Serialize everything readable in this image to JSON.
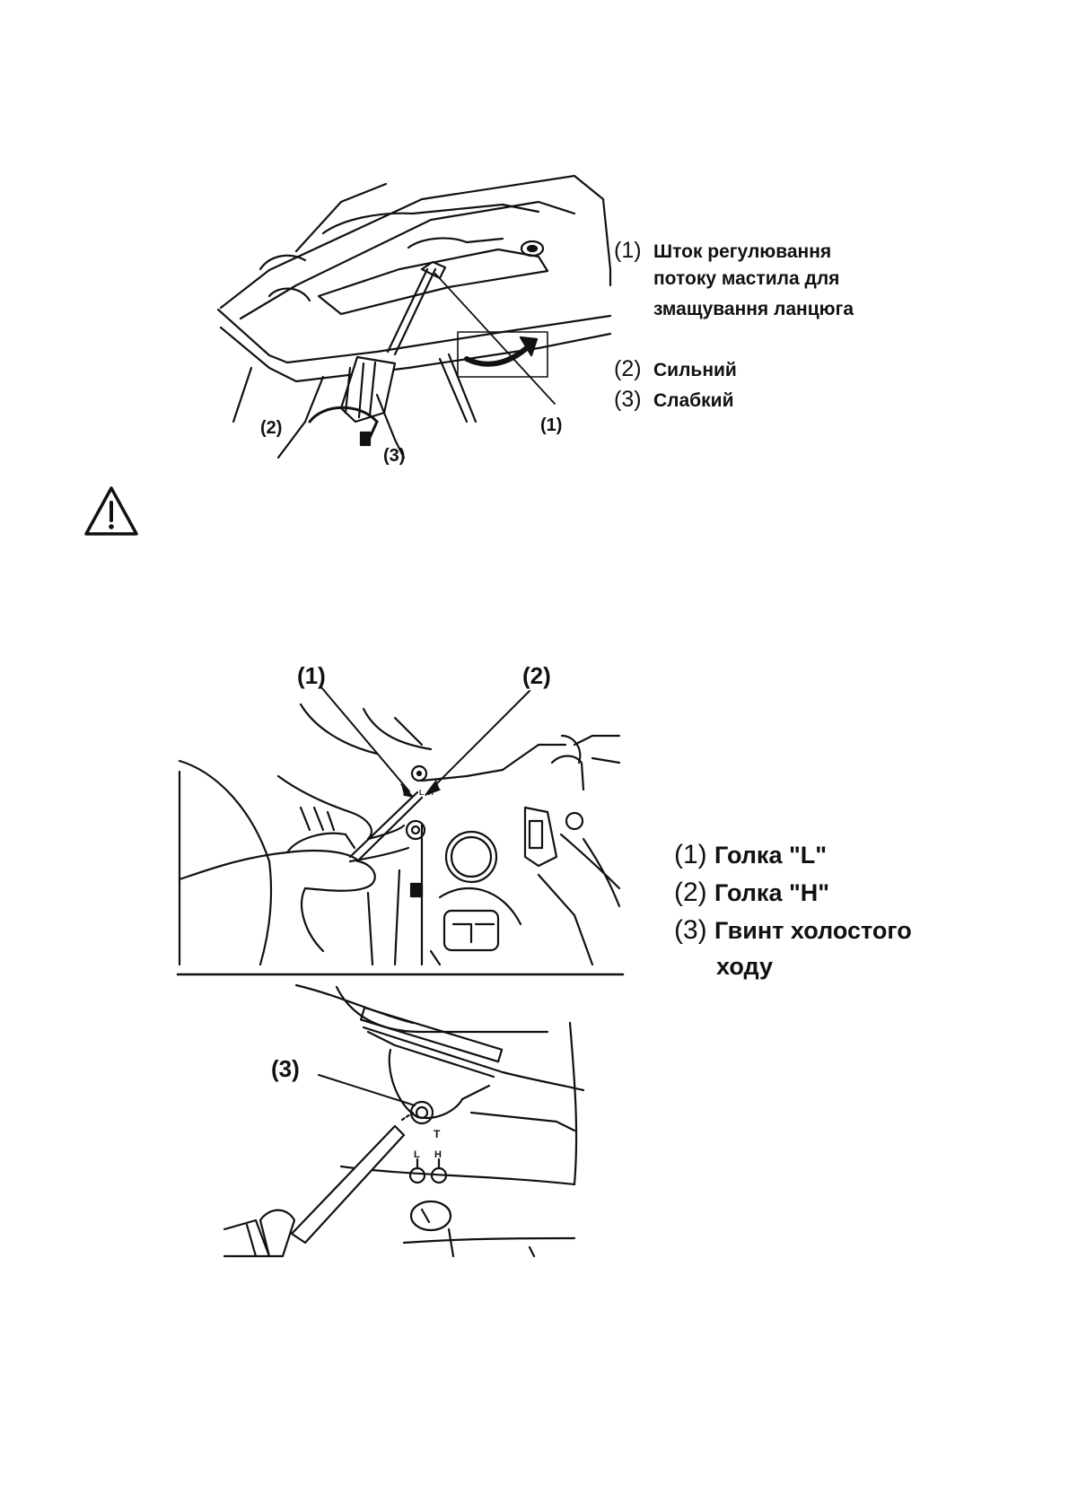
{
  "figure1": {
    "callouts": {
      "c1": "(1)",
      "c2": "(2)",
      "c3": "(3)"
    },
    "legend": [
      {
        "num": "(1)",
        "lines": [
          "Шток регулювання",
          "потоку мастила для",
          "змащування ланцюга"
        ]
      },
      {
        "num": "(2)",
        "lines": [
          "Сильний"
        ]
      },
      {
        "num": "(3)",
        "lines": [
          "Слабкий"
        ]
      }
    ]
  },
  "warning": {
    "icon": "warning-triangle-icon"
  },
  "figure2": {
    "callouts": {
      "c1": "(1)",
      "c2": "(2)",
      "c3": "(3)"
    },
    "markings": {
      "t": "T",
      "l": "L",
      "h": "H"
    },
    "legend": [
      {
        "num": "(1)",
        "lines": [
          "Голка \"L\""
        ]
      },
      {
        "num": "(2)",
        "lines": [
          "Голка \"H\""
        ]
      },
      {
        "num": "(3)",
        "lines": [
          "Гвинт холостого",
          "ходу"
        ]
      }
    ]
  }
}
